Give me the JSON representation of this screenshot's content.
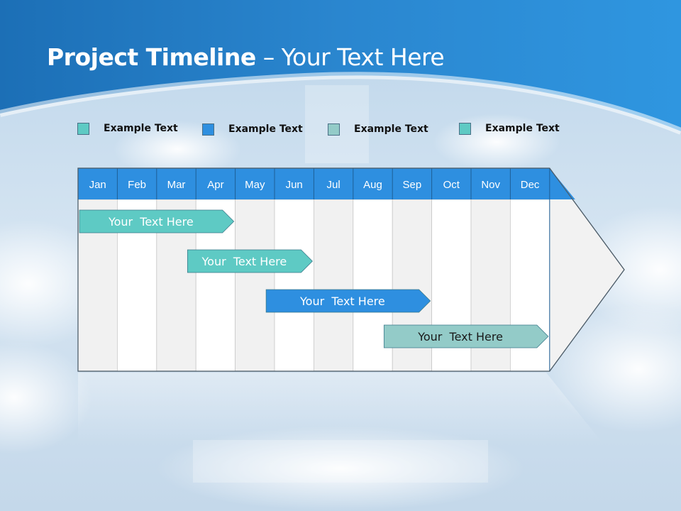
{
  "slide": {
    "title_bold": "Project Timeline",
    "title_rest": " – Your Text Here"
  },
  "legend": [
    {
      "label": "Example Text",
      "color": "#5ecac4"
    },
    {
      "label": "Example Text",
      "color": "#2e8fe0"
    },
    {
      "label": "Example Text",
      "color": "#93cbc8"
    },
    {
      "label": "Example Text",
      "color": "#5ecac4"
    }
  ],
  "months": [
    "Jan",
    "Feb",
    "Mar",
    "Apr",
    "May",
    "Jun",
    "Jul",
    "Aug",
    "Sep",
    "Oct",
    "Nov",
    "Dec"
  ],
  "colors": {
    "header": "#2e8fe0",
    "shaded_column": "#f1f1f1",
    "white_column": "#ffffff",
    "bar_teal": "#5ecac4",
    "bar_blue": "#2e8fe0",
    "bar_grey_teal": "#93cbc8"
  },
  "tasks": [
    {
      "label": "Your  Text Here",
      "start_month": 1.0,
      "end_month": 4.0,
      "color": "#5ecac4",
      "text_color": "#ffffff"
    },
    {
      "label": "Your  Text Here",
      "start_month": 3.75,
      "end_month": 6.0,
      "color": "#5ecac4",
      "text_color": "#ffffff"
    },
    {
      "label": "Your  Text Here",
      "start_month": 5.75,
      "end_month": 9.0,
      "color": "#2e8fe0",
      "text_color": "#ffffff"
    },
    {
      "label": "Your  Text Here",
      "start_month": 8.75,
      "end_month": 12.0,
      "color": "#93cbc8",
      "text_color": "#1a1a1a"
    }
  ]
}
